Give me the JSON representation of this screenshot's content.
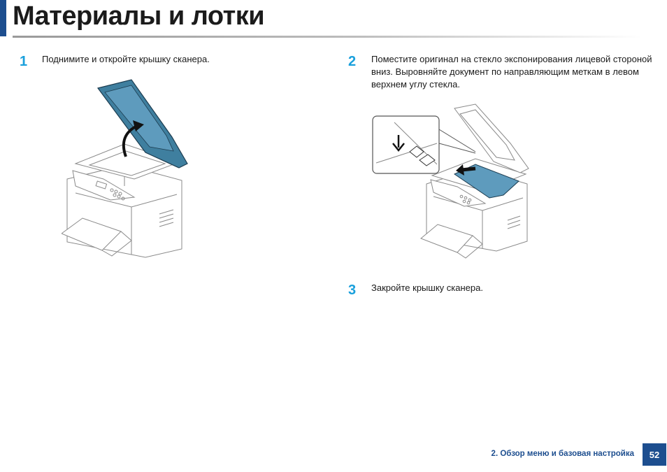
{
  "header": {
    "title": "Материалы и лотки"
  },
  "steps": [
    {
      "number": "1",
      "text": "Поднимите и откройте крышку сканера."
    },
    {
      "number": "2",
      "text": "Поместите оригинал на стекло экспонирования лицевой стороной вниз. Выровняйте документ по направляющим меткам в левом верхнем углу стекла."
    },
    {
      "number": "3",
      "text": "Закройте крышку сканера."
    }
  ],
  "footer": {
    "chapter": "2. Обзор меню и базовая настройка",
    "page": "52"
  },
  "colors": {
    "accent": "#1d4e8f",
    "step_number": "#1aa0dc",
    "lid_fill": "#3f7f9f",
    "document_fill": "#5e9bbd"
  },
  "icons": [
    "arrow-up-curve-icon",
    "arrow-left-icon",
    "alignment-mark-icon"
  ]
}
